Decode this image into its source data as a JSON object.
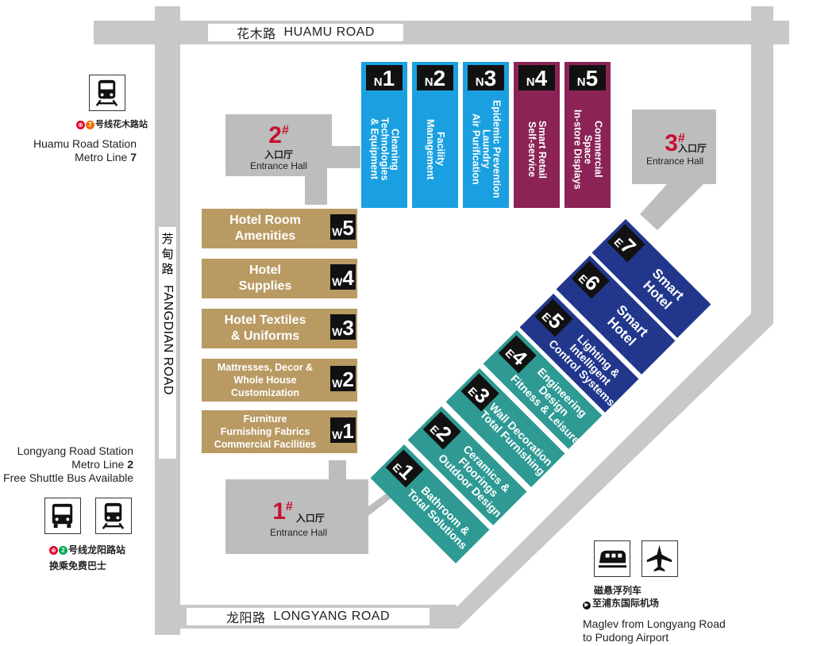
{
  "roads": {
    "north": {
      "cn": "花木路",
      "en": "HUAMU ROAD"
    },
    "south": {
      "cn": "龙阳路",
      "en": "LONGYANG ROAD"
    },
    "west": {
      "cn": "芳\n甸\n路",
      "en": "FANGDIAN ROAD"
    }
  },
  "entrances": [
    {
      "num": "1",
      "mark": "#",
      "cn": "入口厅",
      "en": "Entrance Hall"
    },
    {
      "num": "2",
      "mark": "#",
      "cn": "入口厅",
      "en": "Entrance Hall"
    },
    {
      "num": "3",
      "mark": "#",
      "cn": "入口厅",
      "en": "Entrance Hall"
    }
  ],
  "north_halls": [
    {
      "letter": "N",
      "num": "1",
      "label": "Cleaning\nTechnologies\n& Equipment",
      "color": "#1aa0e0"
    },
    {
      "letter": "N",
      "num": "2",
      "label": "Facility\nManagement",
      "color": "#1aa0e0"
    },
    {
      "letter": "N",
      "num": "3",
      "label": "Epidemic Prevention\nLaundry\nAir Purification",
      "color": "#1aa0e0"
    },
    {
      "letter": "N",
      "num": "4",
      "label": "Smart Retail\nSelf-service",
      "color": "#8b2356"
    },
    {
      "letter": "N",
      "num": "5",
      "label": "Commercial\nSpace\nIn-store Displays",
      "color": "#8b2356"
    }
  ],
  "west_halls": [
    {
      "letter": "W",
      "num": "5",
      "label": "Hotel Room\nAmenities",
      "color": "#b99a63"
    },
    {
      "letter": "W",
      "num": "4",
      "label": "Hotel\nSupplies",
      "color": "#b99a63"
    },
    {
      "letter": "W",
      "num": "3",
      "label": "Hotel Textiles\n& Uniforms",
      "color": "#b99a63"
    },
    {
      "letter": "W",
      "num": "2",
      "label": "Mattresses, Decor &\nWhole House\nCustomization",
      "color": "#b99a63"
    },
    {
      "letter": "W",
      "num": "1",
      "label": "Furniture\nFurnishing Fabrics\nCommercial Facilities",
      "color": "#b99a63"
    }
  ],
  "east_halls": [
    {
      "letter": "E",
      "num": "1",
      "label": "Bathroom &\nTotal Solutions",
      "color": "#2e9a93"
    },
    {
      "letter": "E",
      "num": "2",
      "label": "Ceramics &\nFloorings\nOutdoor Design",
      "color": "#2e9a93"
    },
    {
      "letter": "E",
      "num": "3",
      "label": "Wall Decoration\nTotal Furnishing",
      "color": "#2e9a93"
    },
    {
      "letter": "E",
      "num": "4",
      "label": "Engineering\nDesign\nFitness & Leisure",
      "color": "#2e9a93"
    },
    {
      "letter": "E",
      "num": "5",
      "label": "Lighting &\nIntelligent\nControl Systems",
      "color": "#22378c"
    },
    {
      "letter": "E",
      "num": "6",
      "label": "Smart\nHotel",
      "color": "#22378c"
    },
    {
      "letter": "E",
      "num": "7",
      "label": "Smart\nHotel",
      "color": "#22378c"
    }
  ],
  "transport": {
    "huamu": {
      "cn": "号线花木路站",
      "line_badge": "7",
      "name": "Huamu Road Station",
      "line_text": "Metro Line ",
      "line_num": "7"
    },
    "longyang": {
      "cn": "号线龙阳路站",
      "line_badge": "2",
      "cn2": "换乘免费巴士",
      "name": "Longyang Road Station",
      "line_text": "Metro Line ",
      "line_num": "2",
      "shuttle": "Free Shuttle Bus Available"
    },
    "maglev": {
      "cn1": "磁悬浮列车",
      "cn2": "至浦东国际机场",
      "en1": "Maglev from Longyang Road",
      "en2": "to Pudong Airport"
    }
  },
  "icons": [
    "metro-icon",
    "bus-icon",
    "maglev-icon",
    "airplane-icon",
    "shanghai-metro-logo-icon",
    "play-icon"
  ]
}
